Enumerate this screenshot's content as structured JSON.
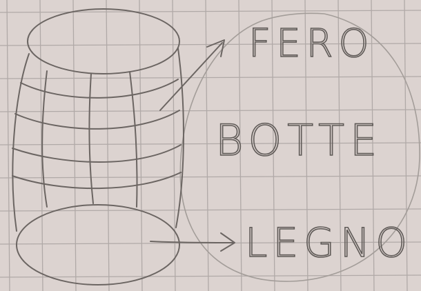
{
  "diagram": {
    "labels": {
      "top": "FERO",
      "middle": "BOTTE",
      "bottom": "LEGNO"
    },
    "colors": {
      "paper": "#dcd3d0",
      "grid": "#a9a2a0",
      "pencil": "#6b6562"
    }
  }
}
